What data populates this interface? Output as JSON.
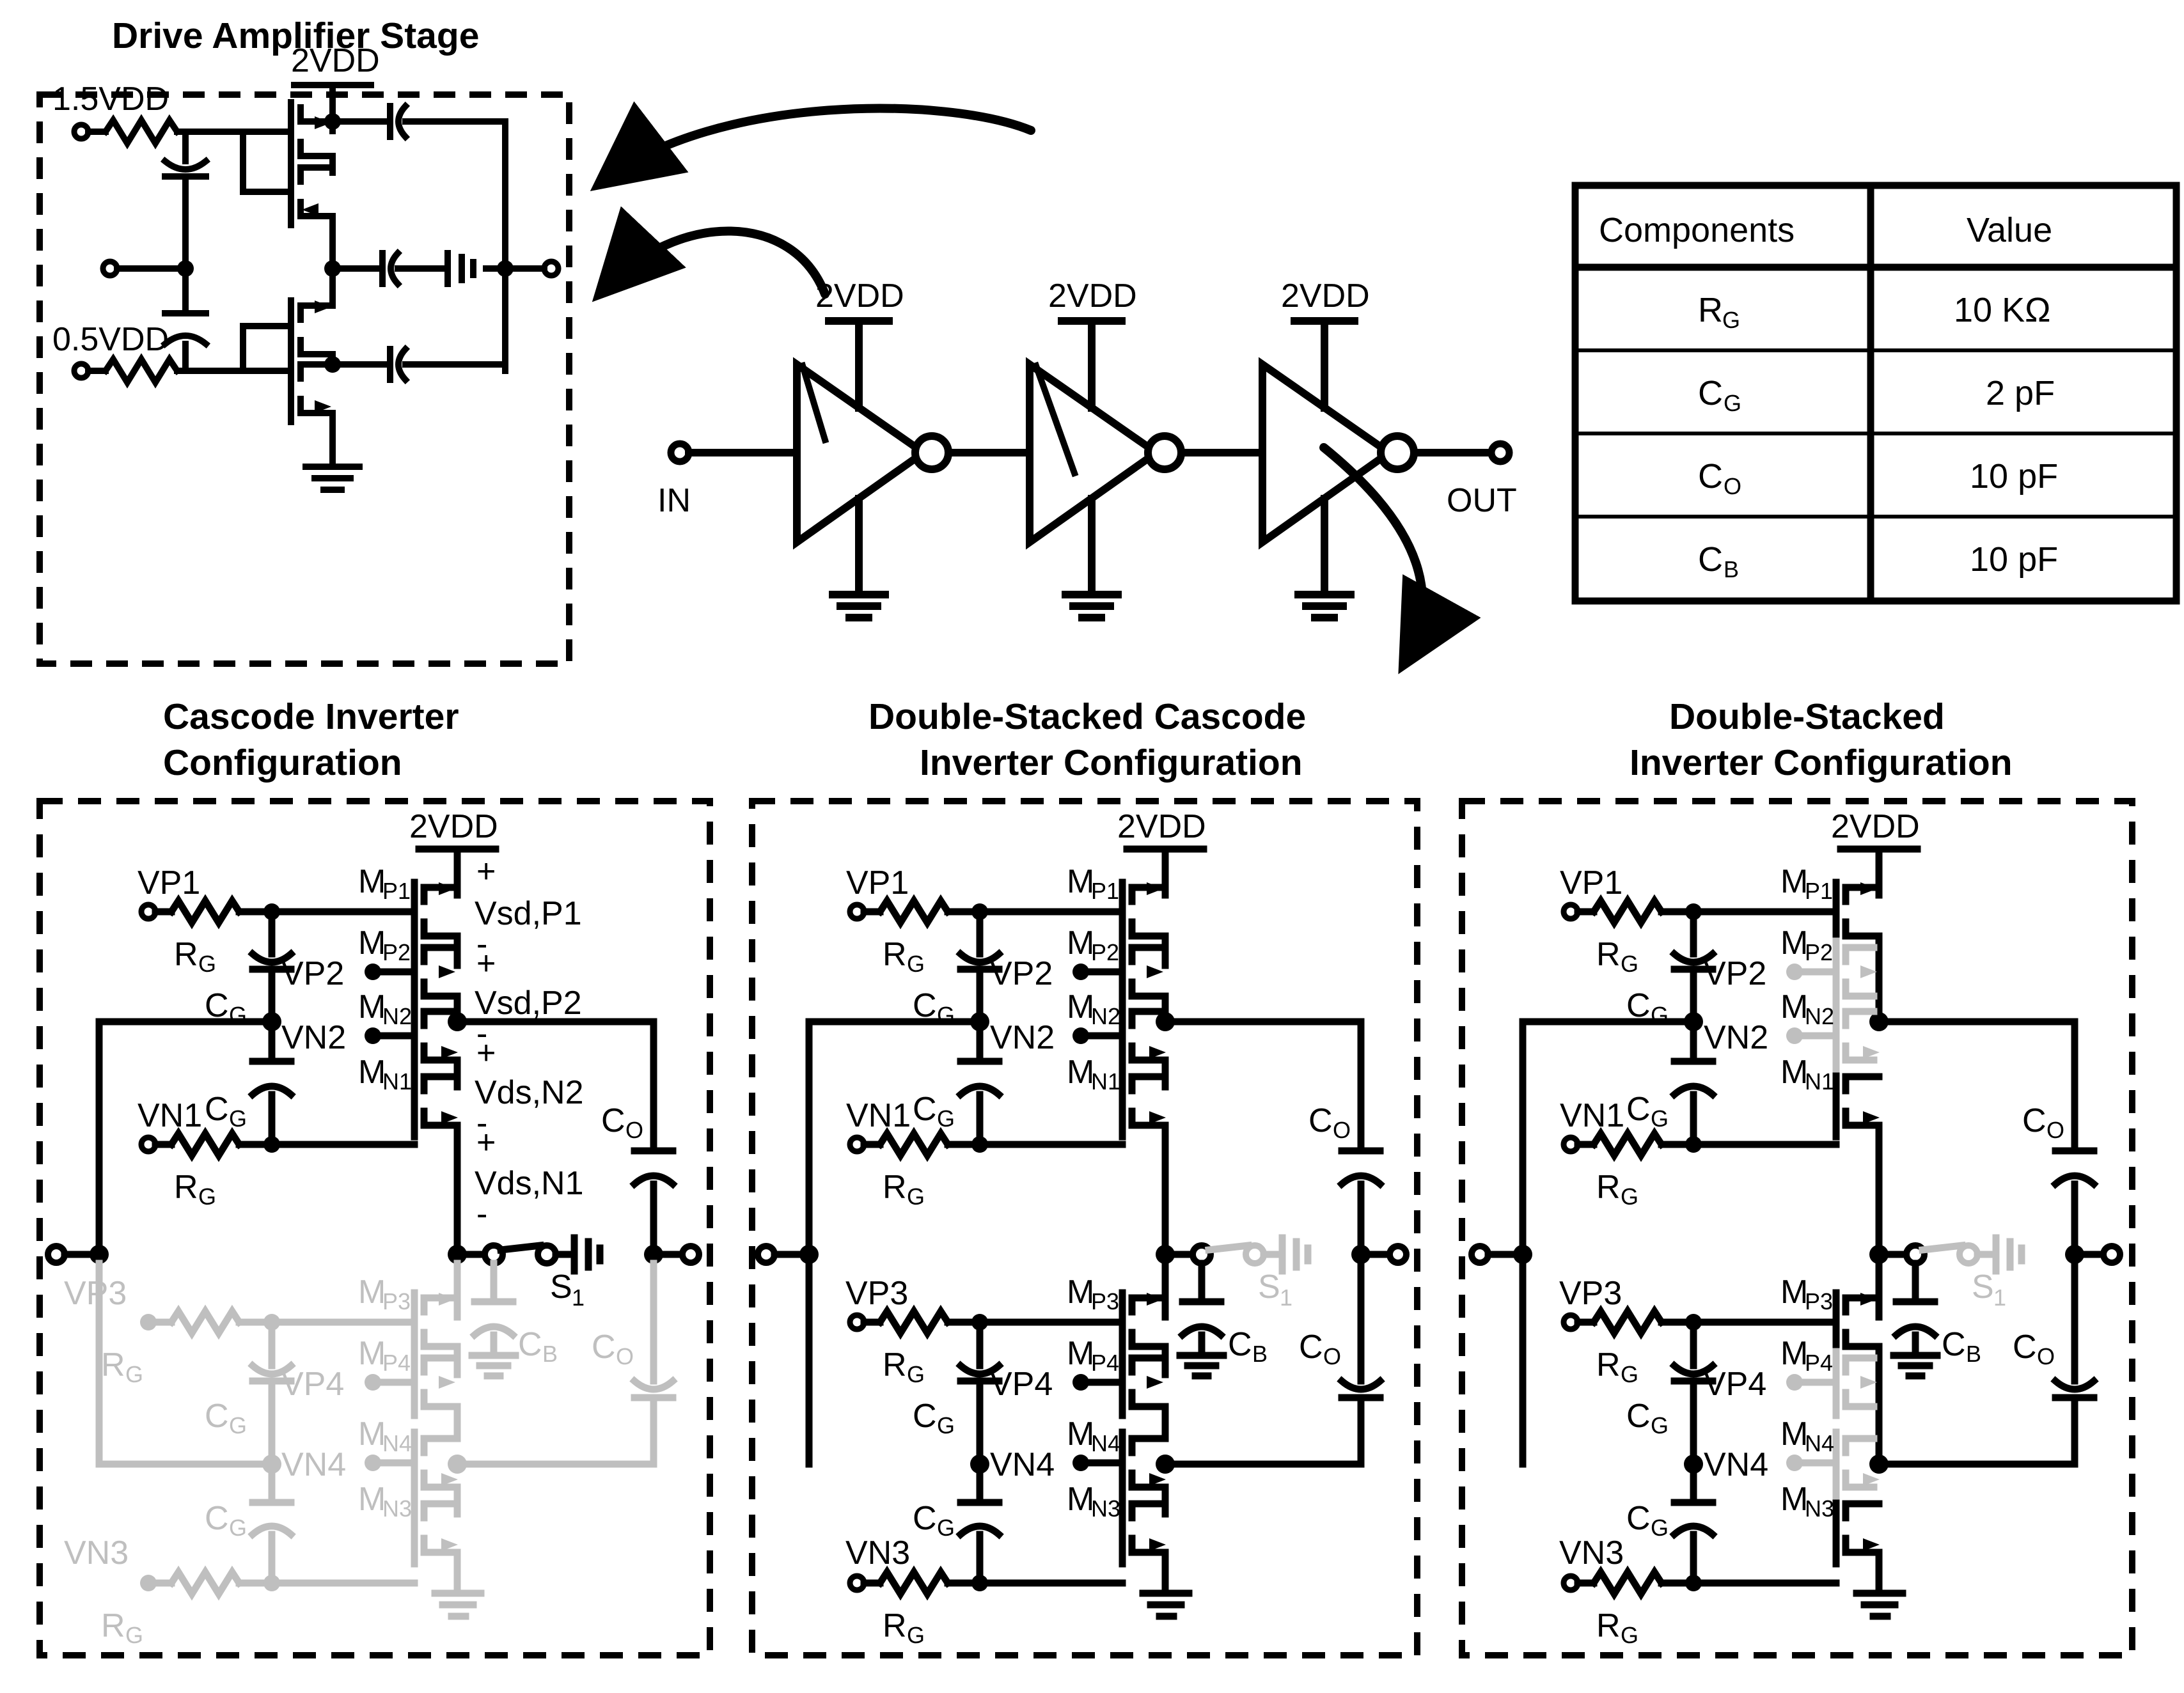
{
  "titles": {
    "drive_amplifier": "Drive Amplifier Stage",
    "panel1_line1": "Cascode Inverter",
    "panel1_line2": "Configuration",
    "panel2_line1": "Double-Stacked Cascode",
    "panel2_line2": "Inverter Configuration",
    "panel3_line1": "Double-Stacked",
    "panel3_line2": "Inverter Configuration"
  },
  "drive_amp": {
    "supply": "2VDD",
    "bias_top": "1.5VDD",
    "bias_bottom": "0.5VDD"
  },
  "chain": {
    "input": "IN",
    "output": "OUT",
    "supplies": [
      "2VDD",
      "2VDD",
      "2VDD"
    ]
  },
  "table": {
    "headers": [
      "Components",
      "Value"
    ],
    "rows": [
      {
        "component": "R",
        "component_sub": "G",
        "value": "10 KΩ"
      },
      {
        "component": "C",
        "component_sub": "G",
        "value": "2 pF"
      },
      {
        "component": "C",
        "component_sub": "O",
        "value": "10 pF"
      },
      {
        "component": "C",
        "component_sub": "B",
        "value": "10 pF"
      }
    ]
  },
  "panel1": {
    "supply": "2VDD",
    "nodes": [
      "VP1",
      "VP2",
      "VN2",
      "VN1",
      "VP3",
      "VP4",
      "VN4",
      "VN3"
    ],
    "resistors": [
      "R",
      "R",
      "R",
      "R"
    ],
    "res_sub": "G",
    "caps_gate": [
      "C",
      "C",
      "C",
      "C"
    ],
    "cap_gate_sub": "G",
    "transistors": [
      "M",
      "M",
      "M",
      "M",
      "M",
      "M",
      "M",
      "M"
    ],
    "trans_subs": [
      "P1",
      "P2",
      "N2",
      "N1",
      "P3",
      "P4",
      "N4",
      "N3"
    ],
    "voltages": [
      "Vsd,P1",
      "Vsd,P2",
      "Vds,N2",
      "Vds,N1"
    ],
    "plus": "+",
    "minus": "-",
    "switch": "S",
    "switch_sub": "1",
    "cap_bulk": "C",
    "cap_bulk_sub": "B",
    "cap_out": "C",
    "cap_out_sub": "O"
  },
  "panel2": {
    "supply": "2VDD",
    "nodes": [
      "VP1",
      "VP2",
      "VN2",
      "VN1",
      "VP3",
      "VP4",
      "VN4",
      "VN3"
    ],
    "res_label": "R",
    "res_sub": "G",
    "cap_gate": "C",
    "cap_gate_sub": "G",
    "trans_subs": [
      "P1",
      "P2",
      "N2",
      "N1",
      "P3",
      "P4",
      "N4",
      "N3"
    ],
    "trans_prefix": "M",
    "switch": "S",
    "switch_sub": "1",
    "cap_bulk": "C",
    "cap_bulk_sub": "B",
    "cap_out": "C",
    "cap_out_sub": "O"
  },
  "panel3": {
    "supply": "2VDD",
    "nodes": [
      "VP1",
      "VP2",
      "VN2",
      "VN1",
      "VP3",
      "VP4",
      "VN4",
      "VN3"
    ],
    "res_label": "R",
    "res_sub": "G",
    "cap_gate": "C",
    "cap_gate_sub": "G",
    "trans_subs": [
      "P1",
      "P2",
      "N2",
      "N1",
      "P3",
      "P4",
      "N4",
      "N3"
    ],
    "trans_prefix": "M",
    "switch": "S",
    "switch_sub": "1",
    "cap_bulk": "C",
    "cap_bulk_sub": "B",
    "cap_out": "C",
    "cap_out_sub": "O"
  },
  "colors": {
    "ink": "#000000",
    "disabled": "#bfbfbf",
    "background": "#ffffff"
  }
}
